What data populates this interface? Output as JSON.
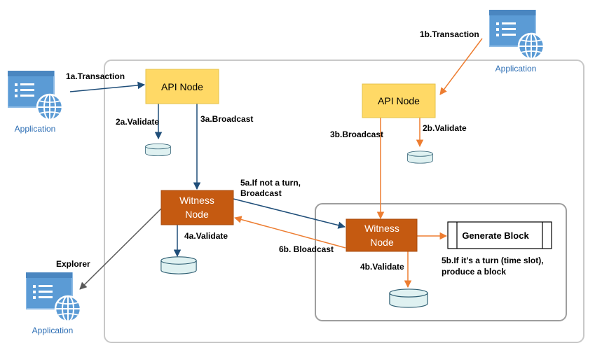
{
  "colors": {
    "navy_arrow": "#1f4e79",
    "orange_arrow": "#ed7d31",
    "gray_arrow": "#595959",
    "api_node_fill": "#ffd966",
    "witness_node_fill": "#c55a11",
    "db_fill": "#dff1f1",
    "app_icon_fill": "#5b9bd5",
    "app_label": "#2e6fb5",
    "frame_stroke": "#c8c8c8"
  },
  "applications": {
    "left_top": {
      "label": "Application",
      "icon": "app-window-globe-icon"
    },
    "right_top": {
      "label": "Application",
      "icon": "app-window-globe-icon"
    },
    "left_bottom": {
      "label": "Application",
      "icon": "app-window-globe-icon"
    }
  },
  "nodes": {
    "api_left": "API Node",
    "api_right": "API Node",
    "witness_left_line1": "Witness",
    "witness_left_line2": "Node",
    "witness_right_line1": "Witness",
    "witness_right_line2": "Node",
    "generate_block": "Generate Block"
  },
  "labels": {
    "tx_1a": "1a.Transaction",
    "tx_1b": "1b.Transaction",
    "validate_2a": "2a.Validate",
    "validate_2b": "2b.Validate",
    "broadcast_3a": "3a.Broadcast",
    "broadcast_3b": "3b.Broadcast",
    "validate_4a": "4a.Validate",
    "validate_4b": "4b.Validate",
    "turn_5a_line1": "5a.If not a turn,",
    "turn_5a_line2": "Broadcast",
    "turn_5b_line1": "5b.If it’s a turn (time slot),",
    "turn_5b_line2": "produce a block",
    "broadcast_6b": "6b. Bloadcast",
    "explorer": "Explorer"
  }
}
